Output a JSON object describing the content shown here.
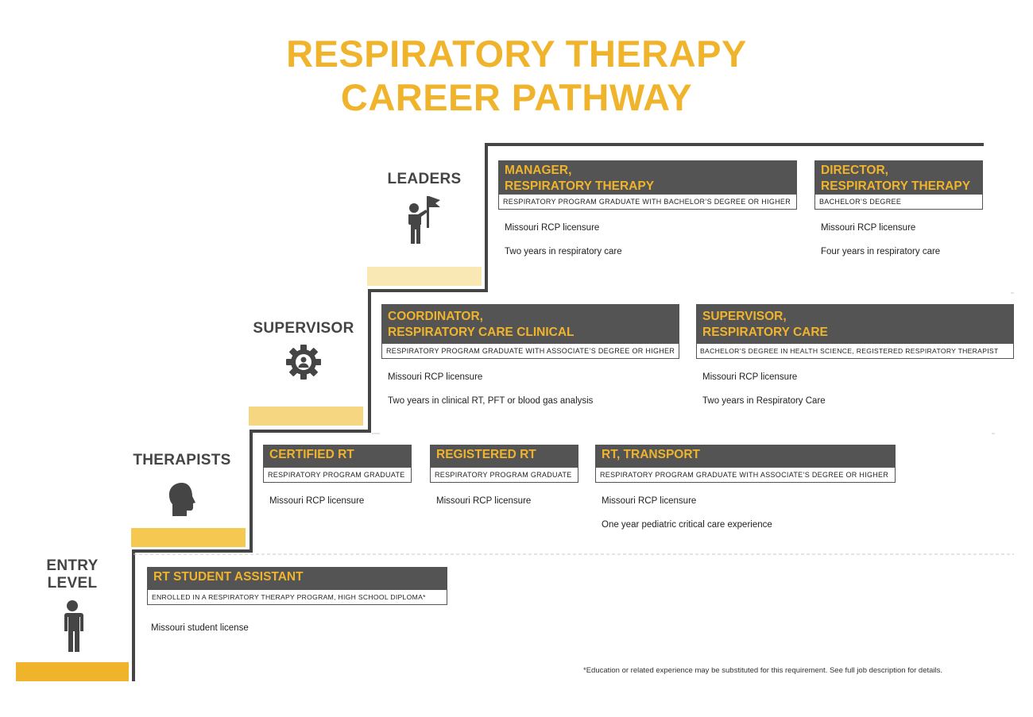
{
  "title": {
    "line1": "RESPIRATORY THERAPY",
    "line2": "CAREER PATHWAY"
  },
  "colors": {
    "accent": "#f0b42c",
    "accent_light": "#f7d682",
    "accent_lighter": "#fae8b4",
    "header_bg": "#545454",
    "stair_line": "#454545"
  },
  "levels": {
    "entry": {
      "label_line1": "ENTRY",
      "label_line2": "LEVEL",
      "icon": "person-icon"
    },
    "therapists": {
      "label": "THERAPISTS",
      "icon": "head-profile-icon"
    },
    "supervisor": {
      "label": "SUPERVISOR",
      "icon": "gear-person-icon"
    },
    "leaders": {
      "label": "LEADERS",
      "icon": "person-flag-icon"
    }
  },
  "cards": {
    "manager": {
      "title_line1": "MANAGER,",
      "title_line2": "RESPIRATORY THERAPY",
      "requirement": "RESPIRATORY PROGRAM GRADUATE WITH BACHELOR’S DEGREE OR HIGHER",
      "notes": [
        "Missouri RCP licensure",
        "Two years in respiratory care"
      ]
    },
    "director": {
      "title_line1": "DIRECTOR,",
      "title_line2": "RESPIRATORY THERAPY",
      "requirement": "BACHELOR’S DEGREE",
      "notes": [
        "Missouri RCP licensure",
        "Four years in respiratory care"
      ]
    },
    "coordinator": {
      "title_line1": "COORDINATOR,",
      "title_line2": "RESPIRATORY CARE CLINICAL",
      "requirement": "RESPIRATORY PROGRAM GRADUATE WITH ASSOCIATE’S DEGREE OR HIGHER",
      "notes": [
        "Missouri RCP licensure",
        "Two years in clinical RT, PFT or blood gas analysis"
      ]
    },
    "supervisor_rc": {
      "title_line1": "SUPERVISOR,",
      "title_line2": "RESPIRATORY CARE",
      "requirement": "BACHELOR’S DEGREE IN HEALTH SCIENCE, REGISTERED RESPIRATORY THERAPIST",
      "notes": [
        "Missouri RCP licensure",
        "Two years in Respiratory Care"
      ]
    },
    "certified_rt": {
      "title_line1": "CERTIFIED RT",
      "requirement": "RESPIRATORY PROGRAM GRADUATE",
      "notes": [
        "Missouri RCP licensure"
      ]
    },
    "registered_rt": {
      "title_line1": "REGISTERED RT",
      "requirement": "RESPIRATORY PROGRAM GRADUATE",
      "notes": [
        "Missouri RCP licensure"
      ]
    },
    "rt_transport": {
      "title_line1": "RT, TRANSPORT",
      "requirement": "RESPIRATORY PROGRAM GRADUATE WITH ASSOCIATE’S DEGREE OR HIGHER",
      "notes": [
        "Missouri RCP licensure",
        "One year pediatric critical care experience"
      ]
    },
    "student_assistant": {
      "title_line1": "RT STUDENT ASSISTANT",
      "requirement": "ENROLLED IN A RESPIRATORY THERAPY PROGRAM, HIGH SCHOOL DIPLOMA*",
      "notes": [
        "Missouri student license"
      ]
    }
  },
  "footnote": "*Education or related experience may be substituted for this requirement. See full job description for details."
}
